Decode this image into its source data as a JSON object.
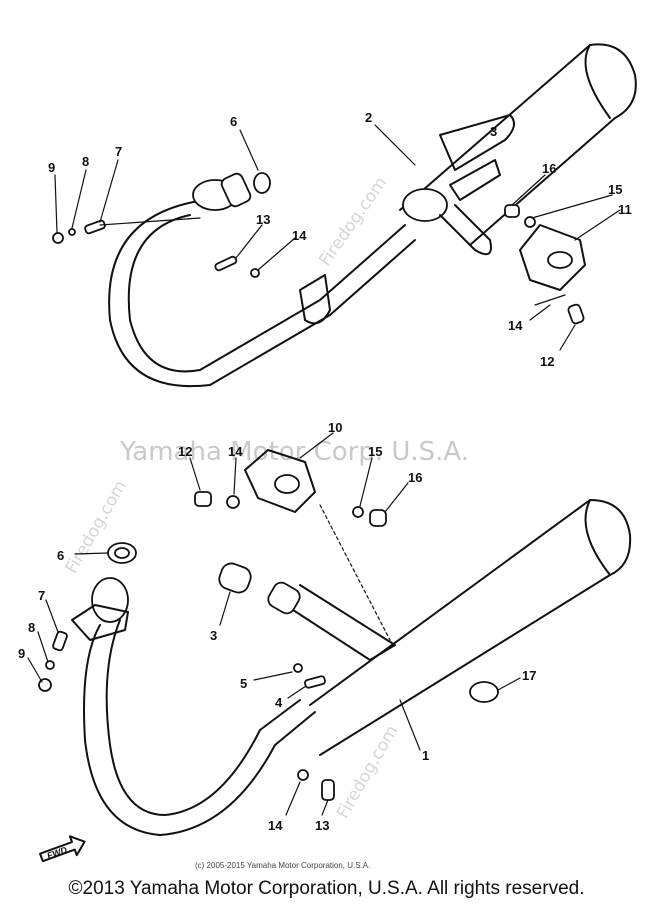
{
  "watermarks": {
    "center": "Yamaha Motor Corp. U.S.A.",
    "site": "Firedog.com"
  },
  "inner_copyright": "(c) 2005-2015 Yamaha Motor Corporation, U.S.A.",
  "footer_copyright": "©2013 Yamaha Motor Corporation, U.S.A. All rights reserved.",
  "fwd_label": "FWD",
  "callouts_top": [
    "2",
    "3",
    "6",
    "7",
    "8",
    "9",
    "11",
    "12",
    "13",
    "14",
    "14",
    "15",
    "16"
  ],
  "callouts_bottom": [
    "1",
    "3",
    "4",
    "5",
    "6",
    "7",
    "8",
    "9",
    "10",
    "12",
    "13",
    "14",
    "14",
    "15",
    "16",
    "17"
  ]
}
